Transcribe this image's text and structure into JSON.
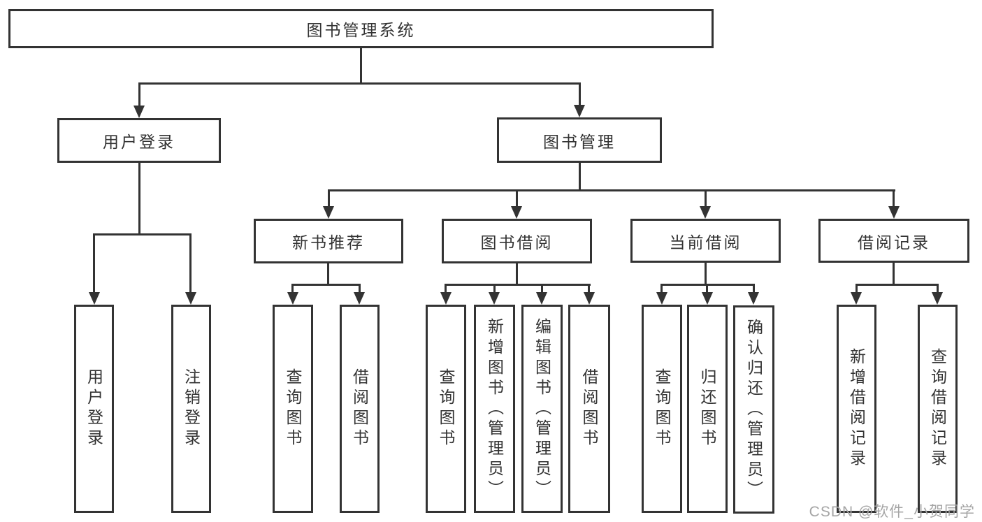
{
  "colors": {
    "line": "#333333",
    "box_border": "#333333",
    "text": "#333333",
    "watermark_text": "#a5a5a5",
    "background": "#ffffff"
  },
  "diagram": {
    "root": {
      "label": "图书管理系统"
    },
    "branches": [
      {
        "label": "用户登录",
        "children": [
          {
            "label": "用户登录"
          },
          {
            "label": "注销登录"
          }
        ]
      },
      {
        "label": "图书管理",
        "groups": [
          {
            "label": "新书推荐",
            "children": [
              {
                "label": "查询图书"
              },
              {
                "label": "借阅图书"
              }
            ]
          },
          {
            "label": "图书借阅",
            "children": [
              {
                "label": "查询图书"
              },
              {
                "label": "新增图书（管理员）"
              },
              {
                "label": "编辑图书（管理员）"
              },
              {
                "label": "借阅图书"
              }
            ]
          },
          {
            "label": "当前借阅",
            "children": [
              {
                "label": "查询图书"
              },
              {
                "label": "归还图书"
              },
              {
                "label": "确认归还（管理员）"
              }
            ]
          },
          {
            "label": "借阅记录",
            "children": [
              {
                "label": "新增借阅记录"
              },
              {
                "label": "查询借阅记录"
              }
            ]
          }
        ]
      }
    ],
    "watermark": "CSDN @软件_小贺同学"
  }
}
